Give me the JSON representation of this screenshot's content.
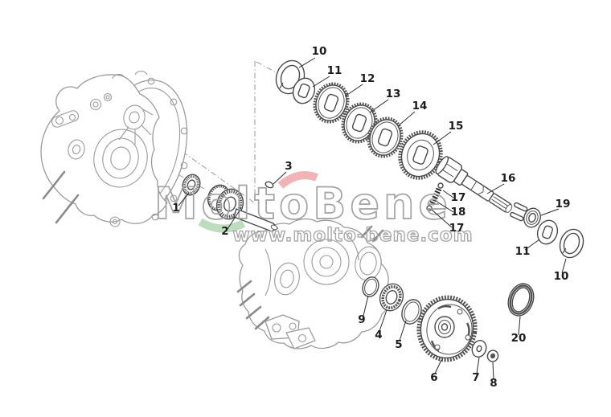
{
  "watermark": {
    "brand": "MoltoBene",
    "url": "www.molto-bene.com",
    "outline_color": "#a3a3a3",
    "arc_red": "#f1b3b3",
    "arc_green": "#bedcbe"
  },
  "callouts": [
    {
      "n": "1"
    },
    {
      "n": "2"
    },
    {
      "n": "3"
    },
    {
      "n": "4"
    },
    {
      "n": "5"
    },
    {
      "n": "6"
    },
    {
      "n": "7"
    },
    {
      "n": "8"
    },
    {
      "n": "9"
    },
    {
      "n": "10"
    },
    {
      "n": "11"
    },
    {
      "n": "12"
    },
    {
      "n": "13"
    },
    {
      "n": "14"
    },
    {
      "n": "15"
    },
    {
      "n": "16"
    },
    {
      "n": "17"
    },
    {
      "n": "18"
    },
    {
      "n": "17"
    },
    {
      "n": "19"
    },
    {
      "n": "11"
    },
    {
      "n": "10"
    },
    {
      "n": "20"
    }
  ]
}
